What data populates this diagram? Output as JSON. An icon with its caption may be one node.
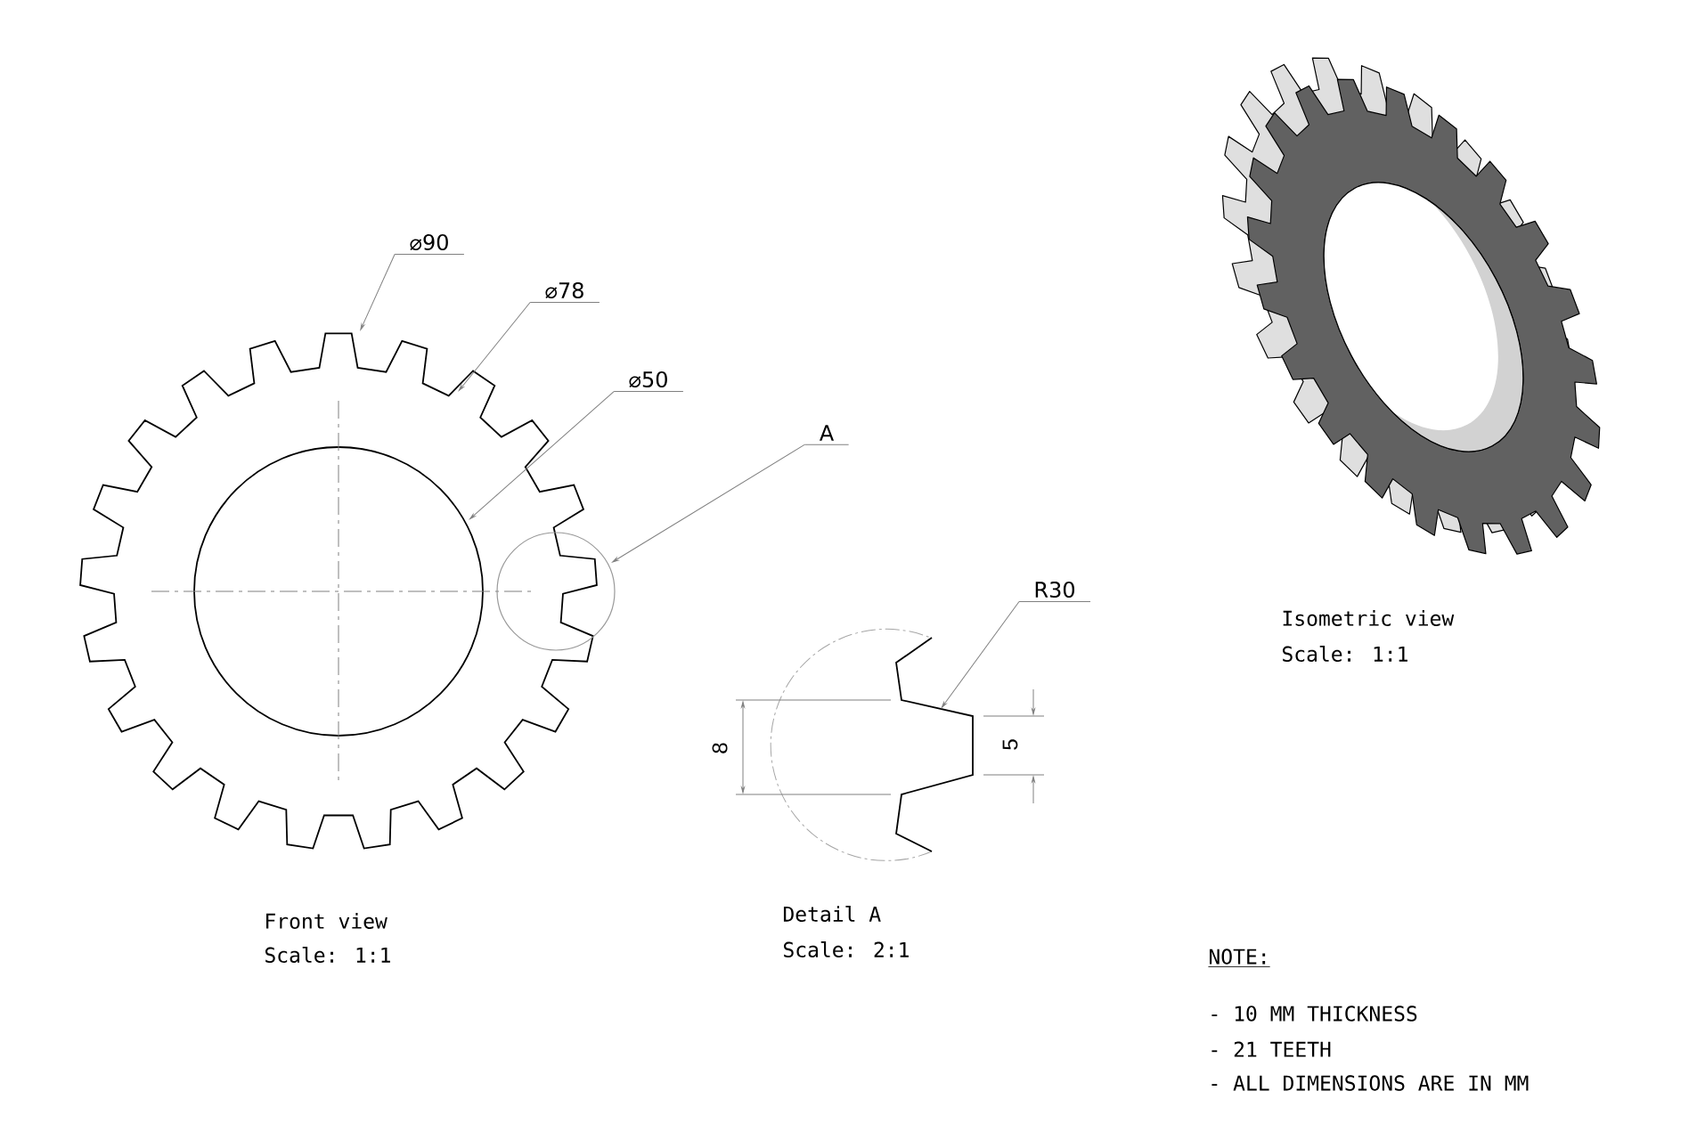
{
  "diagram": {
    "nodes": [
      {
        "text": [
          "⌀90"
        ]
      },
      {
        "text": [
          "⌀78"
        ]
      },
      {
        "text": [
          "⌀50"
        ]
      },
      {
        "text": [
          "A"
        ]
      },
      {
        "text": [
          "R30"
        ]
      },
      {
        "text": [],
        "shape": "picture"
      },
      {
        "text": [],
        "shape": "circle"
      },
      {
        "text": [],
        "shape": "picture"
      }
    ],
    "edges": [
      {
        "from": 0,
        "to": 5,
        "arrow": "to"
      },
      {
        "from": 1,
        "to": 5,
        "arrow": "to"
      },
      {
        "from": 2,
        "to": 5,
        "arrow": "to"
      },
      {
        "from": 3,
        "to": 6,
        "arrow": "to"
      },
      {
        "from": 4,
        "to": 7,
        "arrow": "to"
      }
    ],
    "labels": [
      "8",
      "5",
      "Front view",
      "Scale: 1:1",
      "Detail A",
      "Scale: 2:1",
      "Isometric view",
      "Scale: 1:1",
      "NOTE:",
      "- 10 MM THICKNESS",
      "- 21 TEETH",
      "- ALL DIMENSIONS ARE IN MM"
    ]
  }
}
